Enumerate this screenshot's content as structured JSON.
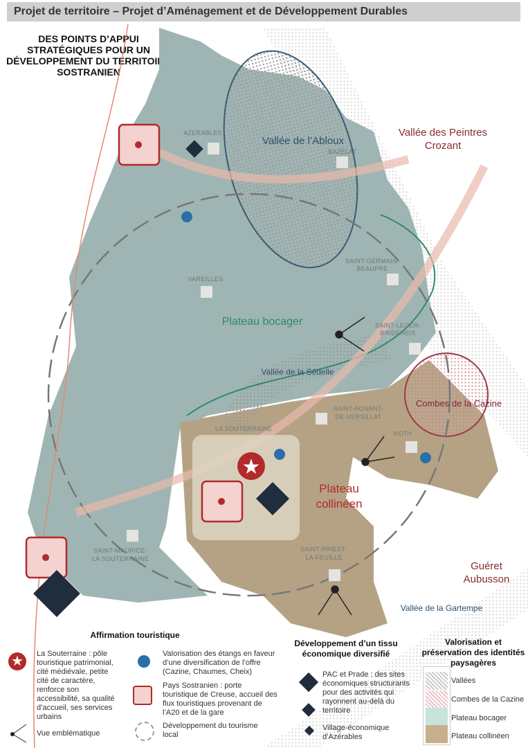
{
  "header": {
    "title": "Projet de territoire – Projet d’Aménagement et de Développement Durables"
  },
  "map_title": [
    "DES POINTS D’APPUI",
    "STRATÉGIQUES POUR UN",
    "DÉVELOPPEMENT DU TERRITOIRE",
    "SOSTRANIEN"
  ],
  "places": [
    "AZERABLES",
    "BAZELAT",
    "VAREILLES",
    "SAINT-GERMAIN-",
    "BEAUPRE",
    "SAINT-LEGER-",
    "BRIDEREIX",
    "SAINT-AGNANT-",
    "DE-VERSILLAT",
    "NOTH",
    "LA SOUTERRAINE",
    "SAINT-MAURICE-",
    "LA SOUTERRAINE",
    "SAINT-PRIEST-",
    "LA-FEUILLE"
  ],
  "regions": {
    "abloux": "Vallée de l’Abloux",
    "peintres": [
      "Vallée des Peintres",
      "Crozant"
    ],
    "bocager": "Plateau bocager",
    "sedelle": "Vallée de la Sédelle",
    "cazine": "Combes de la Cazine",
    "collineen": [
      "Plateau",
      "collinéen"
    ],
    "gueret": [
      "Guéret",
      "Aubusson"
    ],
    "gartempe": "Vallée de la Gartempe"
  },
  "legend": {
    "tourism": {
      "title": "Affirmation touristique",
      "souterraine": "La Souterraine : pôle touristique patrimonial, cité médiévale, petite cité de caractère, renforce son accessibilité, sa qualité d’accueil, ses services urbains",
      "vue": "Vue emblématique",
      "etangs": "Valorisation des étangs en faveur d’une diversification de l’offre (Cazine, Chaumes, Cheix)",
      "porte": "Pays Sostranien : porte touristique de Creuse, accueil des flux touristiques provenant de l’A20 et de la gare",
      "local": "Développement du tourisme local"
    },
    "eco": {
      "title": "Développement d’un tissu économique diversifié",
      "pac": "PAC et Prade : des sites économiques structurants pour des activités qui rayonnent au-delà du territoire",
      "village": "Village-économique d’Azérables"
    },
    "paysage": {
      "title": "Valorisation et préservation des identités paysagères",
      "items": [
        "Vallées",
        "Combes de la Cazine",
        "Plateau bocager",
        "Plateau collinéen"
      ]
    }
  },
  "colors": {
    "bocager": "#9fb5b3",
    "collineen": "#b5a285",
    "red": "#b22a2a",
    "navy": "#1f2d3d",
    "blue": "#2a6fa8",
    "green": "#2e8a6a"
  }
}
